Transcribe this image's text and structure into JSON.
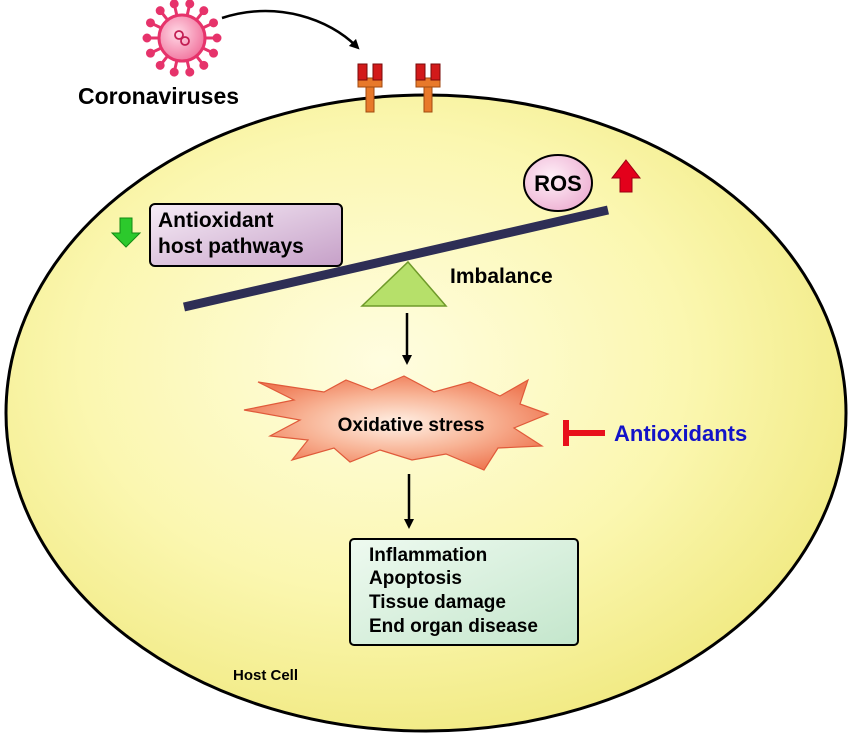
{
  "virus_label": "Coronaviruses",
  "ros_label": "ROS",
  "antioxidant_pathways": [
    "Antioxidant",
    "host pathways"
  ],
  "imbalance_label": "Imbalance",
  "oxidative_stress_label": "Oxidative stress",
  "antioxidants_label": "Antioxidants",
  "outcomes": [
    "Inflammation",
    "Apoptosis",
    "Tissue damage",
    "End organ disease"
  ],
  "host_cell_label": "Host Cell",
  "colors": {
    "cell_fill": "#fbf7b0",
    "virus": "#e6336b",
    "receptor_red": "#d21a1a",
    "receptor_stem": "#e8792a",
    "ros_fill": "#f7cfe4",
    "pathway_fill": "#d8b5d8",
    "fulcrum": "#b6e06a",
    "beam": "#2e2e55",
    "stress_fill": "#f6a080",
    "outcome_fill": "#d5eedb",
    "up_arrow": "#e3001b",
    "down_arrow": "#2cc92c",
    "inhibitor": "#e8101b",
    "antioxidant_text": "#1313c8"
  }
}
